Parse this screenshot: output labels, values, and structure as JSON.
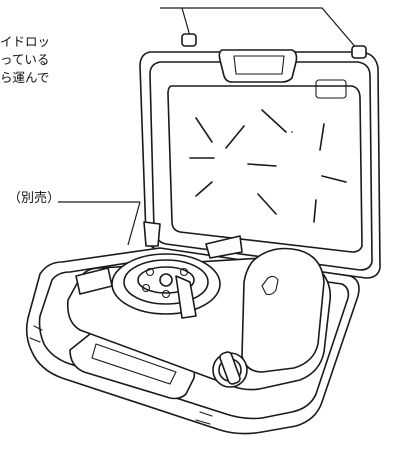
{
  "callouts": {
    "side_lines": [
      "イドロッ",
      "っている",
      "ら運んで"
    ],
    "sold_separately": "（別売）"
  }
}
